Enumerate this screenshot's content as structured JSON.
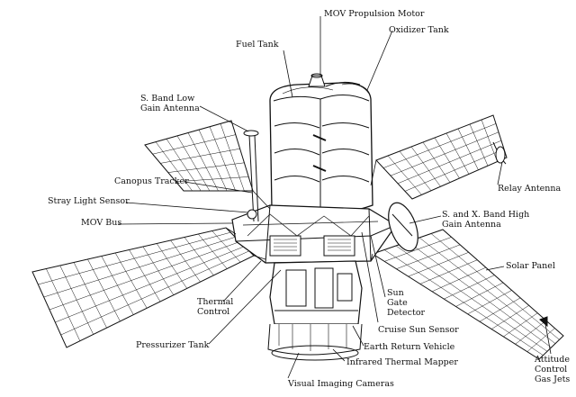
{
  "labels": {
    "mov_propulsion_motor": "MOV Propulsion Motor",
    "fuel_tank": "Fuel Tank",
    "oxidizer_tank": "Oxidizer Tank",
    "s_band_low_gain_antenna": "S. Band Low\nGain Antenna",
    "canopus_tracker": "Canopus Tracker",
    "stray_light_sensor": "Stray Light Sensor",
    "mov_bus": "MOV Bus",
    "relay_antenna": "Relay Antenna",
    "s_x_band_high_gain_antenna": "S. and X. Band High\nGain Antenna",
    "solar_panel": "Solar Panel",
    "thermal_control": "Thermal\nControl",
    "sun_gate_detector": "Sun\nGate\nDetector",
    "cruise_sun_sensor": "Cruise Sun Sensor",
    "earth_return_vehicle": "Earth Return Vehicle",
    "infrared_thermal_mapper": "Infrared Thermal Mapper",
    "pressurizer_tank": "Pressurizer Tank",
    "attitude_control_gas_jets": "Attitude\nControl\nGas Jets",
    "visual_imaging_cameras": "Visual Imaging Cameras"
  },
  "colors": {
    "ink": "#111111",
    "background": "#ffffff"
  }
}
